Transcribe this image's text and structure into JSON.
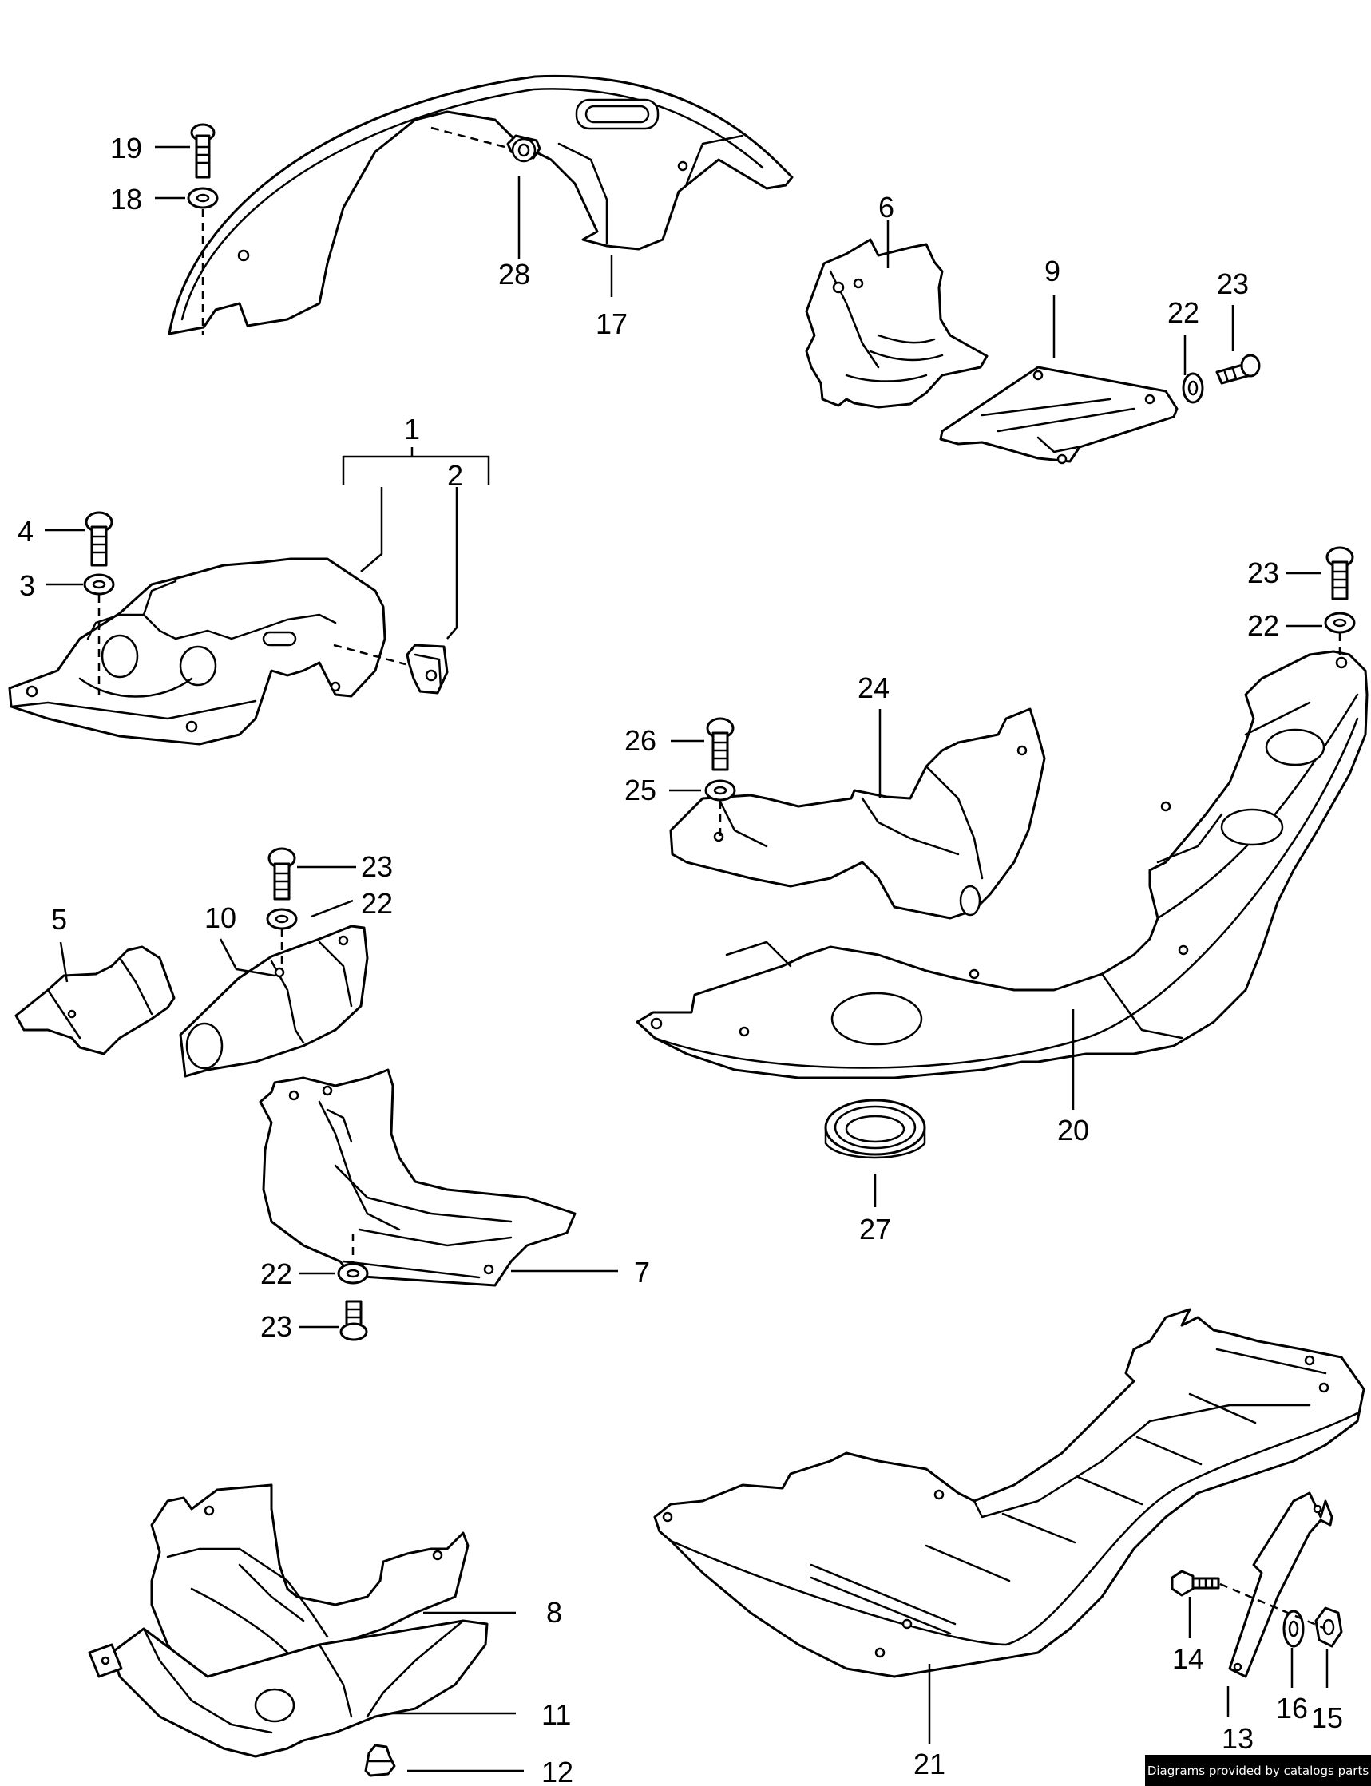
{
  "callouts": {
    "c1": "1",
    "c2": "2",
    "c3": "3",
    "c4": "4",
    "c5": "5",
    "c6": "6",
    "c7": "7",
    "c8": "8",
    "c9": "9",
    "c10": "10",
    "c11": "11",
    "c12": "12",
    "c13": "13",
    "c14": "14",
    "c15": "15",
    "c16": "16",
    "c17": "17",
    "c18": "18",
    "c19": "19",
    "c20": "20",
    "c21": "21",
    "c22a": "22",
    "c22b": "22",
    "c22c": "22",
    "c22d": "22",
    "c23a": "23",
    "c23b": "23",
    "c23c": "23",
    "c23d": "23",
    "c24": "24",
    "c25": "25",
    "c26": "26",
    "c27": "27",
    "c28": "28"
  },
  "credit": "Diagrams provided by catalogs parts"
}
